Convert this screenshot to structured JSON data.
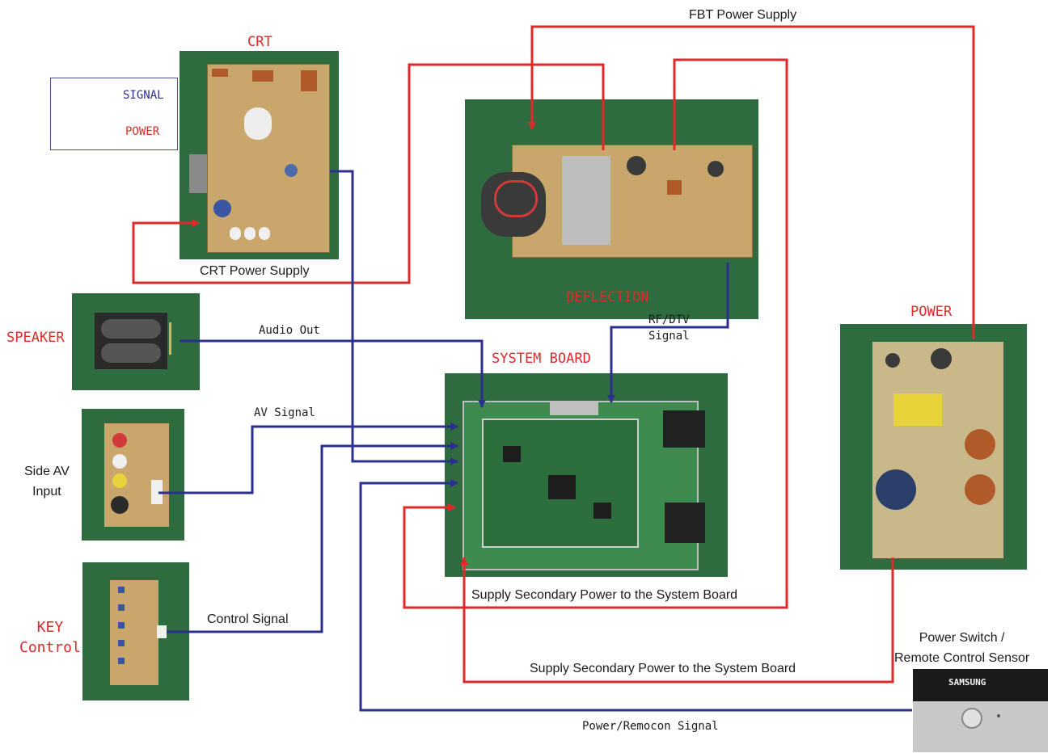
{
  "legend": {
    "signal": "SIGNAL",
    "power": "POWER"
  },
  "colors": {
    "signal": "#2b2f8f",
    "power": "#e02a2a",
    "photo_bg": "#2e6b3e"
  },
  "boards": {
    "crt": "CRT",
    "deflection": "DEFLECTION",
    "system": "SYSTEM BOARD",
    "power": "POWER",
    "speaker": "SPEAKER",
    "side_av": "Side AV\nInput",
    "key": "KEY\nControl",
    "power_switch": "Power Switch /\nRemote Control Sensor"
  },
  "connections": {
    "fbt": "FBT Power Supply",
    "crt_power": "CRT Power Supply",
    "audio_out": "Audio Out",
    "av_signal": "AV Signal",
    "rf_dtv": "RF/DTV\nSignal",
    "control_signal": "Control Signal",
    "supply1": "Supply Secondary Power to the System Board",
    "supply2": "Supply Secondary Power to the System Board",
    "remocon": "Power/Remocon Signal"
  },
  "brand": "SAMSUNG"
}
